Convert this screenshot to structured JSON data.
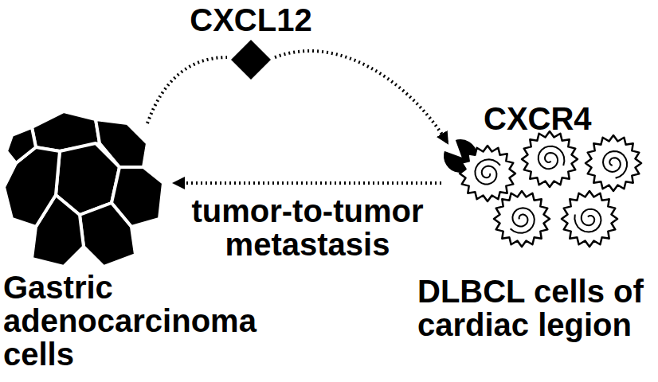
{
  "diagram": {
    "nodes": [
      {
        "text": [
          "Gastric adenocarcinoma cells"
        ]
      },
      {
        "text": [
          "CXCL12"
        ]
      },
      {
        "text": [
          "CXCR4"
        ]
      },
      {
        "text": [
          "DLBCL cells of cardiac legion"
        ]
      }
    ],
    "edges": [
      {
        "from": 0,
        "to": 1,
        "arrow": "none"
      },
      {
        "from": 1,
        "to": 2,
        "arrow": "to"
      },
      {
        "from": 3,
        "to": 0,
        "arrow": "to",
        "label": "tumor-to-tumor metastasis"
      }
    ]
  }
}
